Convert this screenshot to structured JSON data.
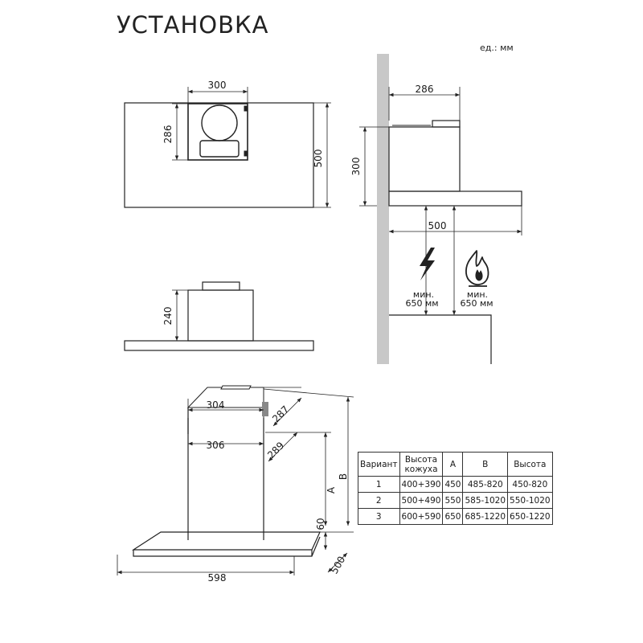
{
  "header": {
    "title": "УСТАНОВКА",
    "units": "ед.: мм"
  },
  "dims": {
    "top_width": "300",
    "top_height": "286",
    "overall_depth": "500",
    "side_top": "286",
    "side_height": "300",
    "side_depth": "500",
    "front_height": "240",
    "iso_top_w": "304",
    "iso_top_d": "287",
    "iso_mid_w": "306",
    "iso_mid_d": "289",
    "iso_a": "A",
    "iso_b": "B",
    "iso_60": "60",
    "iso_base_w": "598",
    "iso_base_d": "500"
  },
  "clearances": {
    "electric_line1": "мин.",
    "electric_line2": "650 мм",
    "gas_line1": "мин.",
    "gas_line2": "650 мм"
  },
  "table": {
    "headers": [
      "Вариант",
      "Высота кожуха",
      "A",
      "B",
      "Высота"
    ],
    "header_lines": [
      [
        "Вариант"
      ],
      [
        "Высота",
        "кожуха"
      ],
      [
        "A"
      ],
      [
        "B"
      ],
      [
        "Высота"
      ]
    ],
    "rows": [
      [
        "1",
        "400+390",
        "450",
        "485-820",
        "450-820"
      ],
      [
        "2",
        "500+490",
        "550",
        "585-1020",
        "550-1020"
      ],
      [
        "3",
        "600+590",
        "650",
        "685-1220",
        "650-1220"
      ]
    ]
  }
}
